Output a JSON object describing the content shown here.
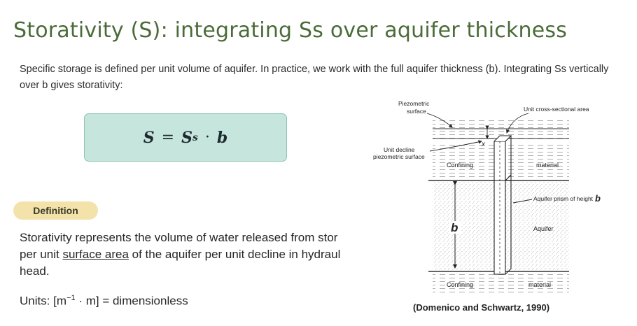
{
  "slide": {
    "title": "Storativity (S): integrating Ss over aquifer thickness",
    "intro": "Specific storage is defined per unit volume of aquifer. In practice, we work with the full aquifer thickness (b). Integrating Ss vertically over b gives storativity:",
    "equation": {
      "lhs": "S",
      "equals": "=",
      "var": "S",
      "sub": "s",
      "dot": "·",
      "rhs": "b"
    },
    "badge": "Definition",
    "definition": {
      "before": "Storativity represents the volume of water released from stor",
      "mid": "per unit ",
      "underlined": "surface area",
      "after": " of the aquifer per unit decline in hydraul",
      "end": "head."
    },
    "units": {
      "prefix": "Units: [m",
      "exp": "−1",
      "suffix": " · m] = dimensionless"
    }
  },
  "figure": {
    "labels": {
      "piezometric_1": "Piezometric",
      "piezometric_2": "surface",
      "unit_cross": "Unit cross-sectional area",
      "x": "x",
      "unit_decline_1": "Unit decline",
      "unit_decline_2": "piezometric surface",
      "confining_top": "Confining",
      "material_top": "material",
      "prism": "Aquifer prism of height",
      "prism_b": "b",
      "b": "b",
      "aquifer": "Aquifer",
      "confining_bottom": "Confining",
      "material_bottom": "material"
    },
    "caption": "(Domenico and Schwartz, 1990)"
  },
  "colors": {
    "title": "#4b6b39",
    "equation_bg": "#c6e6dd",
    "equation_border": "#8cc3b6",
    "badge_bg": "#f3e2a9"
  }
}
